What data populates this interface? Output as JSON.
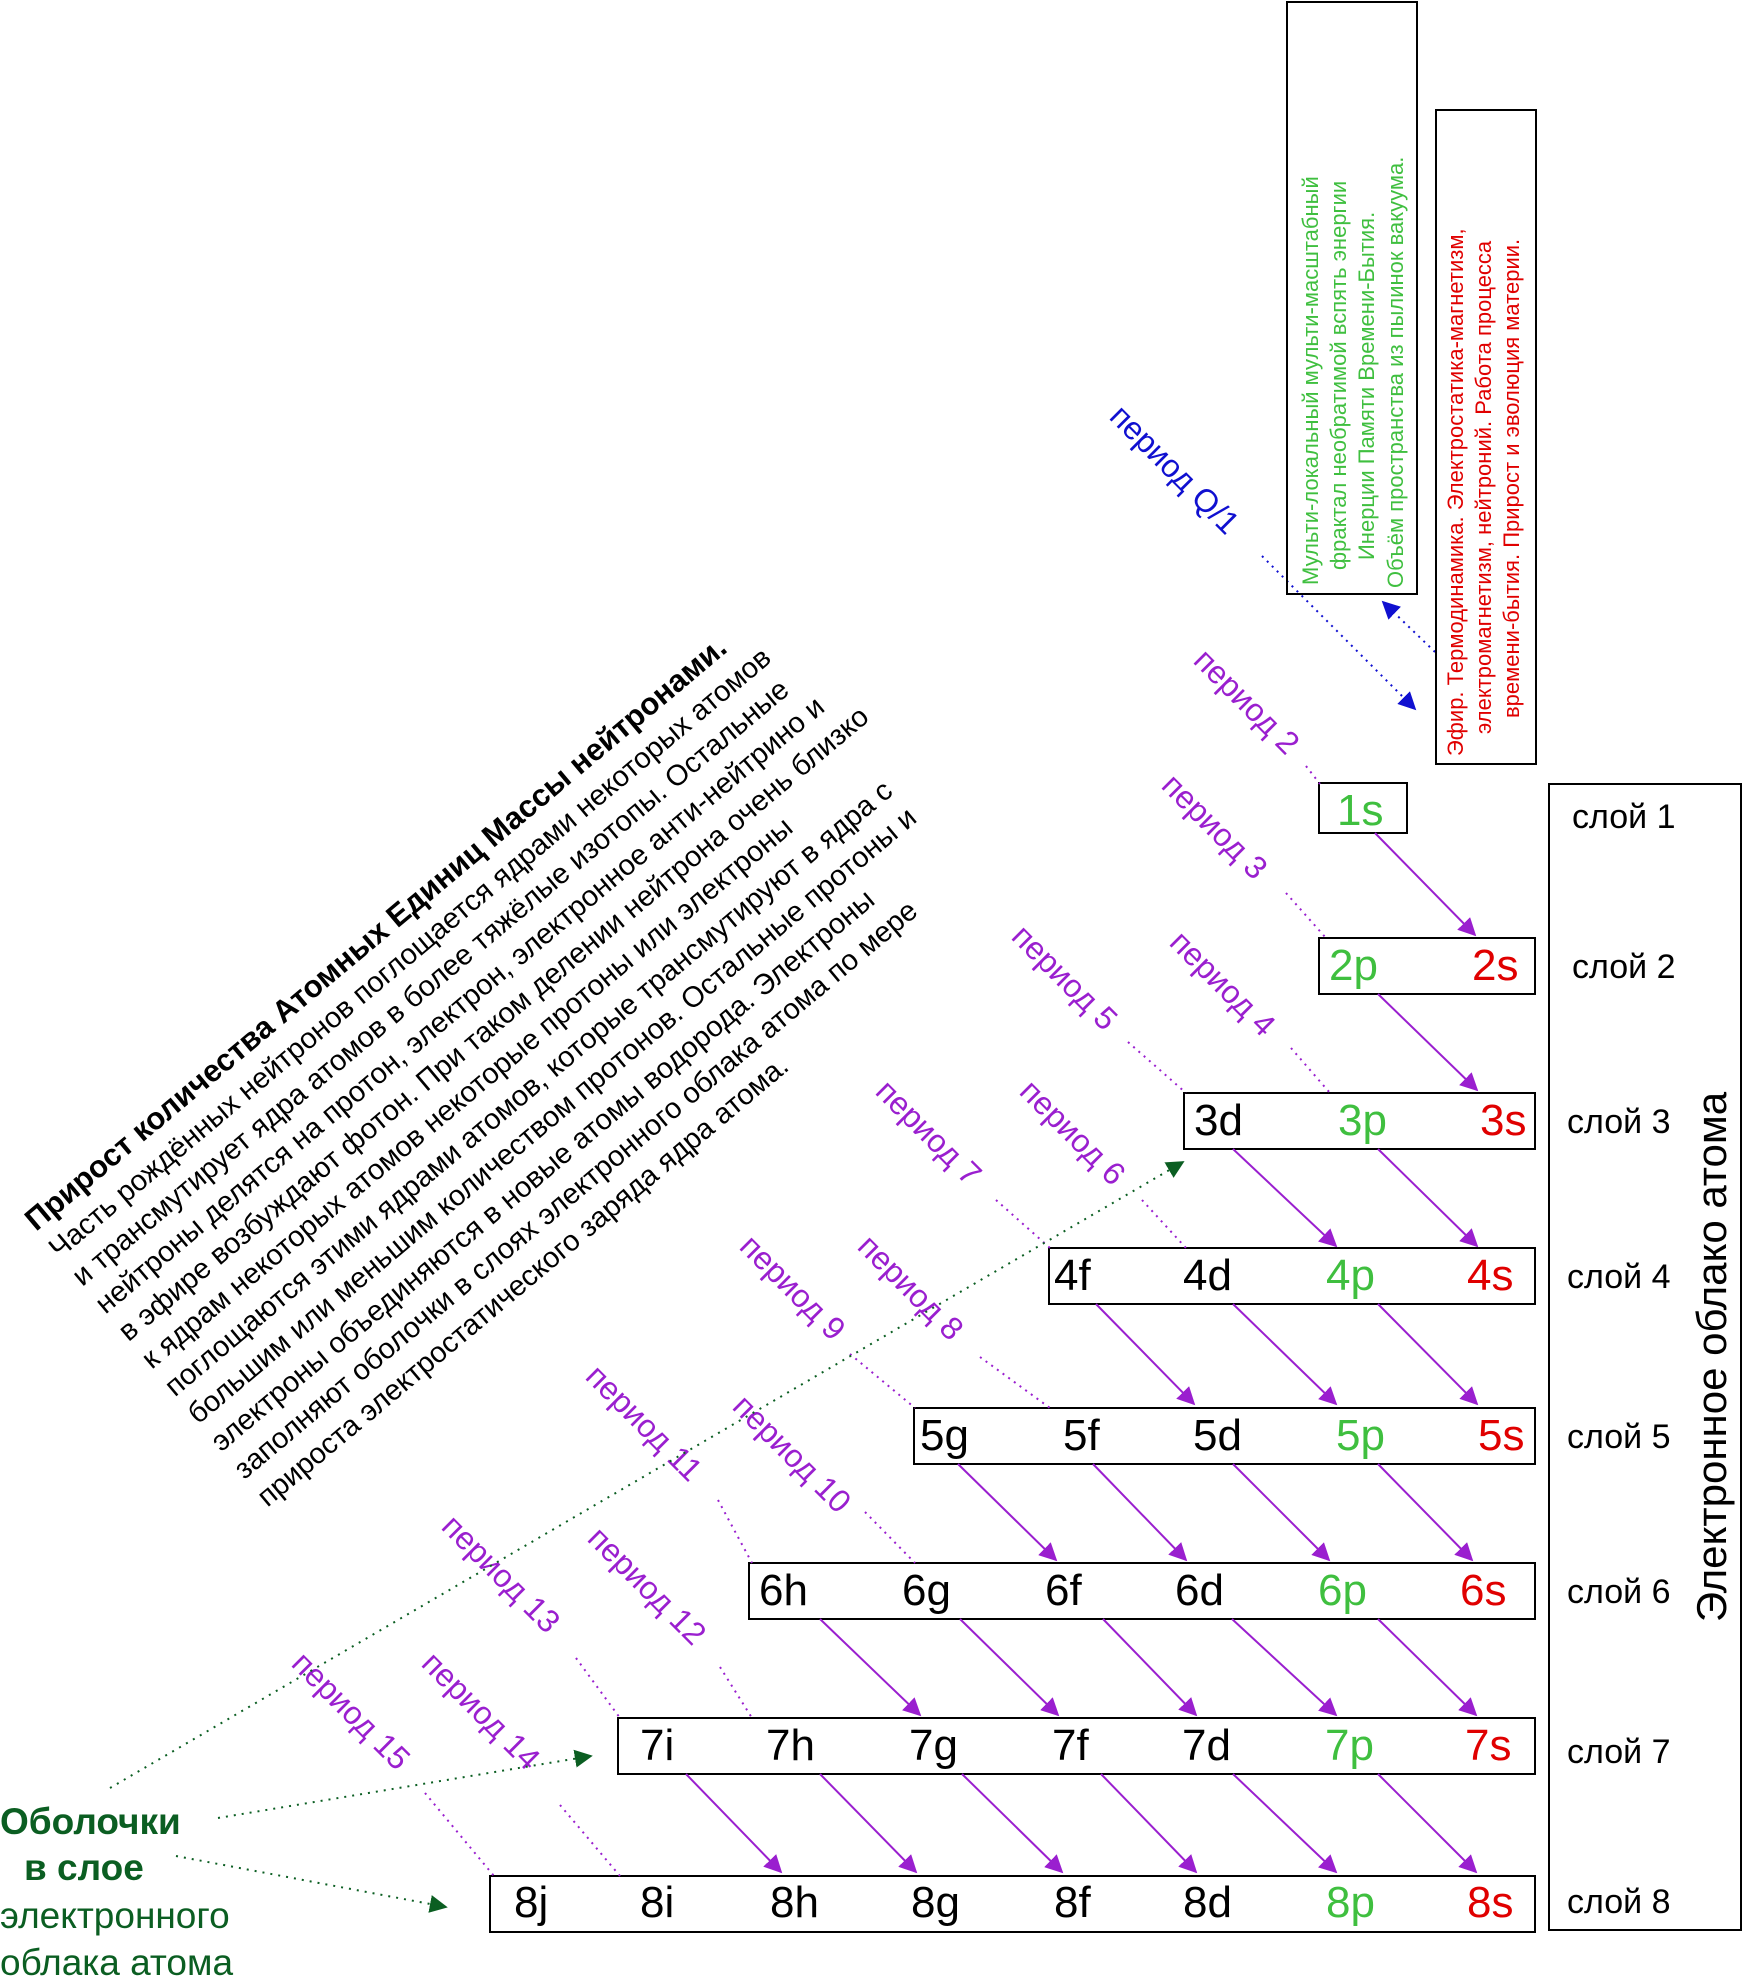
{
  "colors": {
    "black": "#000000",
    "green": "#3fbf3f",
    "red": "#e00000",
    "purple": "#9a1fcf",
    "blue": "#1010d0",
    "dark_green": "#0b5e22"
  },
  "layers": [
    {
      "label": "слой 1",
      "shells": [
        {
          "t": "1s",
          "c": "green"
        }
      ]
    },
    {
      "label": "слой 2",
      "shells": [
        {
          "t": "2p",
          "c": "green"
        },
        {
          "t": "2s",
          "c": "red"
        }
      ]
    },
    {
      "label": "слой 3",
      "shells": [
        {
          "t": "3d",
          "c": "black"
        },
        {
          "t": "3p",
          "c": "green"
        },
        {
          "t": "3s",
          "c": "red"
        }
      ]
    },
    {
      "label": "слой 4",
      "shells": [
        {
          "t": "4f",
          "c": "black"
        },
        {
          "t": "4d",
          "c": "black"
        },
        {
          "t": "4p",
          "c": "green"
        },
        {
          "t": "4s",
          "c": "red"
        }
      ]
    },
    {
      "label": "слой 5",
      "shells": [
        {
          "t": "5g",
          "c": "black"
        },
        {
          "t": "5f",
          "c": "black"
        },
        {
          "t": "5d",
          "c": "black"
        },
        {
          "t": "5p",
          "c": "green"
        },
        {
          "t": "5s",
          "c": "red"
        }
      ]
    },
    {
      "label": "слой 6",
      "shells": [
        {
          "t": "6h",
          "c": "black"
        },
        {
          "t": "6g",
          "c": "black"
        },
        {
          "t": "6f",
          "c": "black"
        },
        {
          "t": "6d",
          "c": "black"
        },
        {
          "t": "6p",
          "c": "green"
        },
        {
          "t": "6s",
          "c": "red"
        }
      ]
    },
    {
      "label": "слой 7",
      "shells": [
        {
          "t": "7i",
          "c": "black"
        },
        {
          "t": "7h",
          "c": "black"
        },
        {
          "t": "7g",
          "c": "black"
        },
        {
          "t": "7f",
          "c": "black"
        },
        {
          "t": "7d",
          "c": "black"
        },
        {
          "t": "7p",
          "c": "green"
        },
        {
          "t": "7s",
          "c": "red"
        }
      ]
    },
    {
      "label": "слой 8",
      "shells": [
        {
          "t": "8j",
          "c": "black"
        },
        {
          "t": "8i",
          "c": "black"
        },
        {
          "t": "8h",
          "c": "black"
        },
        {
          "t": "8g",
          "c": "black"
        },
        {
          "t": "8f",
          "c": "black"
        },
        {
          "t": "8d",
          "c": "black"
        },
        {
          "t": "8p",
          "c": "green"
        },
        {
          "t": "8s",
          "c": "red"
        }
      ]
    }
  ],
  "cloud_label": "Электронное облако атома",
  "periods": [
    {
      "t": "период Q/1",
      "c": "blue"
    },
    {
      "t": "период 2",
      "c": "purple"
    },
    {
      "t": "период 3",
      "c": "purple"
    },
    {
      "t": "период 4",
      "c": "purple"
    },
    {
      "t": "период 5",
      "c": "purple"
    },
    {
      "t": "период 6",
      "c": "purple"
    },
    {
      "t": "период 7",
      "c": "purple"
    },
    {
      "t": "период 8",
      "c": "purple"
    },
    {
      "t": "период 9",
      "c": "purple"
    },
    {
      "t": "период 10",
      "c": "purple"
    },
    {
      "t": "период 11",
      "c": "purple"
    },
    {
      "t": "период 12",
      "c": "purple"
    },
    {
      "t": "период 13",
      "c": "purple"
    },
    {
      "t": "период 14",
      "c": "purple"
    },
    {
      "t": "период 15",
      "c": "purple"
    }
  ],
  "paragraph": {
    "title": "Прирост количества Атомных Единиц Массы нейтронами.",
    "lines": [
      "Часть рождённых нейтронов поглощается ядрами некоторых атомов",
      "и трансмутирует ядра атомов в более тяжёлые изотопы. Остальные",
      "нейтроны делятся на протон, электрон, электронное анти-нейтрино и",
      "в эфире возбуждают фотон. При таком делении нейтрона очень близко",
      "к ядрам некоторых атомов некоторые протоны или электроны",
      "поглощаются этими ядрами атомов, которые трансмутируют в ядра с",
      "большим или меньшим количеством протонов. Остальные протоны и",
      "электроны объединяются в новые атомы водорода. Электроны",
      "заполняют  оболочки в слоях электронного облака атома по мере",
      "прироста электростатического заряда ядра атома."
    ]
  },
  "note_green": {
    "lines": [
      "Мульти-локальный мульти-масштабный",
      "фрактал необратимой вспять энергии",
      "Инерции Памяти Времени-Бытия.",
      "Объём пространства из пылинок вакуума."
    ]
  },
  "note_red": {
    "lines": [
      "Эфир. Термодинамика. Электростатика-магнетизм,",
      "электромагнетизм, нейтроний. Работа процесса",
      "времени-бытия. Прирост и эволюция материи."
    ]
  },
  "legend": {
    "line1": "Оболочки",
    "line2": "в слое",
    "line3": "электронного",
    "line4": "облака атома"
  }
}
